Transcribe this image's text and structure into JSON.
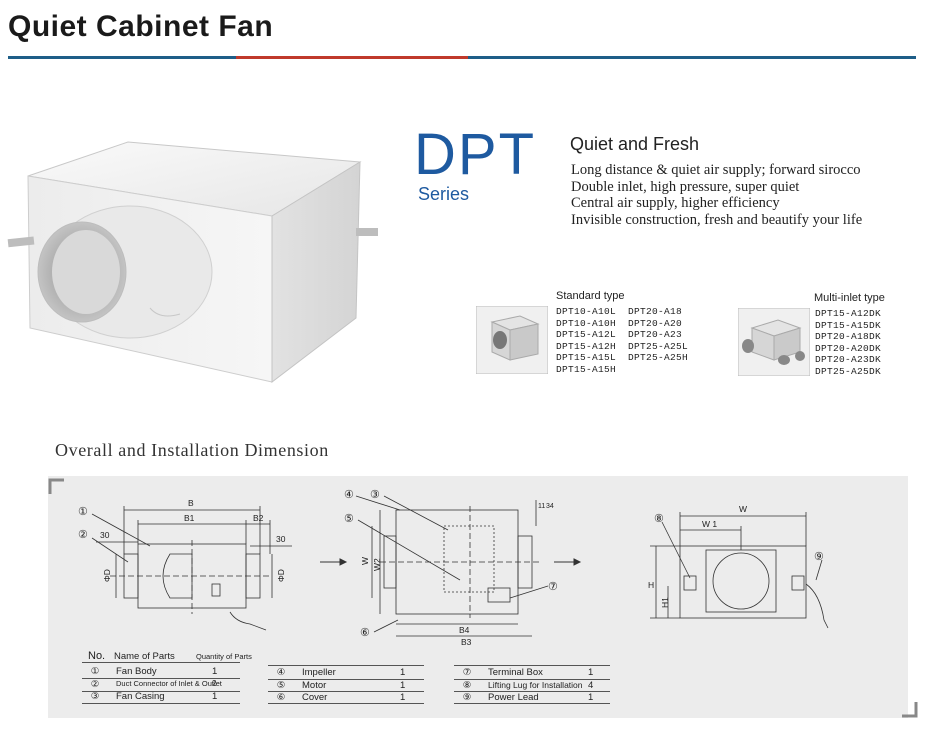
{
  "header": {
    "title": "Quiet Cabinet Fan"
  },
  "series": {
    "code": "DPT",
    "word": "Series"
  },
  "intro": {
    "tagline": "Quiet and Fresh",
    "features": [
      "Long distance & quiet air supply; forward  sirocco",
      "Double inlet, high pressure, super quiet",
      "Central air supply, higher efficiency",
      "Invisible construction, fresh and beautify your life"
    ]
  },
  "standard_type": {
    "label": "Standard type",
    "col1": [
      "DPT10-A10L",
      "DPT10-A10H",
      "DPT15-A12L",
      "DPT15-A12H",
      "DPT15-A15L",
      "DPT15-A15H"
    ],
    "col2": [
      "DPT20-A18",
      "DPT20-A20",
      "DPT20-A23",
      "DPT25-A25L",
      "DPT25-A25H"
    ]
  },
  "multi_inlet_type": {
    "label": "Multi-inlet type",
    "models": [
      "DPT15-A12DK",
      "DPT15-A15DK",
      "DPT20-A18DK",
      "DPT20-A20DK",
      "DPT20-A23DK",
      "DPT25-A25DK"
    ]
  },
  "dimension": {
    "title": "Overall and Installation Dimension",
    "labels": {
      "B": "B",
      "B1": "B1",
      "B2": "B2",
      "thirty_a": "30",
      "thirty_b": "30",
      "phiD_a": "ΦD",
      "phiD_b": "ΦD",
      "W": "W",
      "W2": "W2",
      "B4": "B4",
      "B3": "B3",
      "eleven": "11",
      "thirty_four": "34",
      "W_right": "W",
      "W1": "W 1",
      "H": "H",
      "H1": "H1"
    },
    "callouts": [
      "①",
      "②",
      "③",
      "④",
      "⑤",
      "⑥",
      "⑦",
      "⑧",
      "⑨"
    ]
  },
  "parts": {
    "header": {
      "no": "No.",
      "name": "Name of Parts",
      "qty": "Quantity of Parts"
    },
    "groups": [
      [
        {
          "no": "①",
          "name": "Fan Body",
          "qty": "1"
        },
        {
          "no": "②",
          "name": "Duct Connector of Inlet & Outlet",
          "qty": "2"
        },
        {
          "no": "③",
          "name": "Fan Casing",
          "qty": "1"
        }
      ],
      [
        {
          "no": "④",
          "name": "Impeller",
          "qty": "1"
        },
        {
          "no": "⑤",
          "name": "Motor",
          "qty": "1"
        },
        {
          "no": "⑥",
          "name": "Cover",
          "qty": "1"
        }
      ],
      [
        {
          "no": "⑦",
          "name": "Terminal Box",
          "qty": "1"
        },
        {
          "no": "⑧",
          "name": "Lifting Lug for Installation",
          "qty": "4"
        },
        {
          "no": "⑨",
          "name": "Power Lead",
          "qty": "1"
        }
      ]
    ]
  }
}
